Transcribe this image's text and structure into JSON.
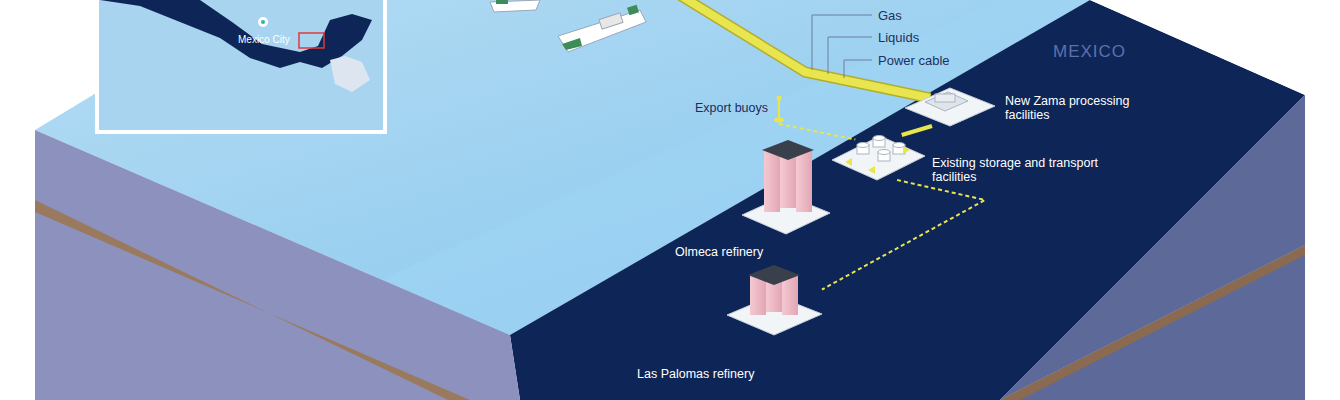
{
  "diagram": {
    "nodes": [
      {
        "text": [
          "Export buoys"
        ]
      },
      {
        "text": [
          "New Zama processing facilities"
        ]
      },
      {
        "text": [
          "Existing storage and transport facilities"
        ]
      },
      {
        "text": [
          "Olmeca refinery"
        ]
      },
      {
        "text": [
          "Las Palomas refinery"
        ]
      }
    ],
    "edges": [
      {
        "from": 0,
        "to": 2,
        "arrow": "none"
      },
      {
        "from": 2,
        "to": 1,
        "arrow": "none"
      },
      {
        "from": 2,
        "to": 4,
        "arrow": "none"
      }
    ],
    "labels": [
      "Mexico City",
      "MEXICO",
      "Gas",
      "Liquids",
      "Power cable"
    ]
  }
}
